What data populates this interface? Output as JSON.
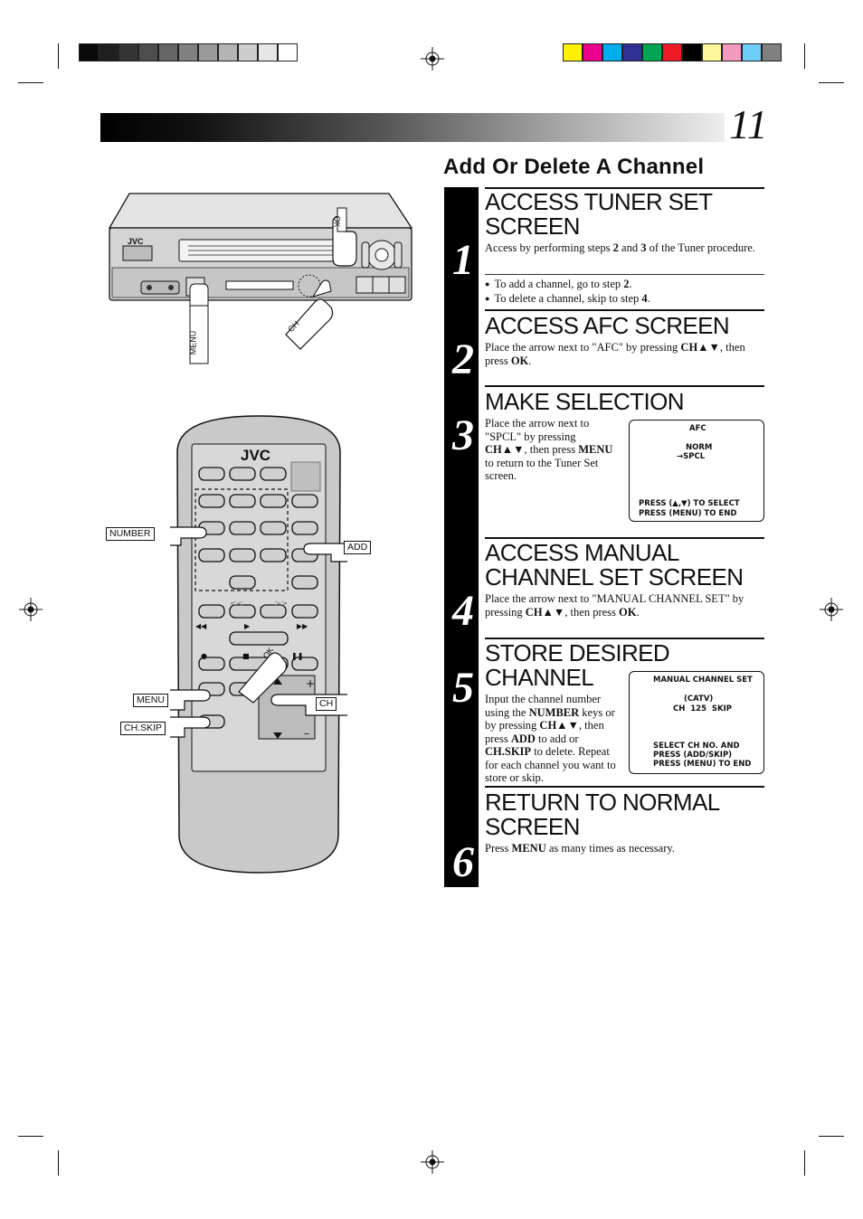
{
  "page_number": "11",
  "section_title": "Add Or Delete A Channel",
  "color_bars": {
    "gray": [
      "#0a0a0a",
      "#1f1f1f",
      "#353535",
      "#4d4d4d",
      "#666666",
      "#808080",
      "#9a9a9a",
      "#b4b4b4",
      "#cdcdcd",
      "#e6e6e6",
      "#ffffff"
    ],
    "color": [
      "#fff200",
      "#ec008c",
      "#00aeef",
      "#2e3192",
      "#00a651",
      "#ed1c24",
      "#000000",
      "#fff799",
      "#f49ac1",
      "#6dcff6",
      "#808080"
    ]
  },
  "steps": [
    {
      "num": "1",
      "title": "ACCESS TUNER SET SCREEN",
      "text_a": "Access by performing steps ",
      "bold_a": "2",
      "text_b": " and ",
      "bold_b": "3",
      "text_c": " of the Tuner procedure.",
      "bullet1_text": "To add a channel, go to step ",
      "bullet1_bold": "2",
      "bullet1_end": ".",
      "bullet2_text": "To delete a channel, skip to step ",
      "bullet2_bold": "4",
      "bullet2_end": "."
    },
    {
      "num": "2",
      "title": "ACCESS AFC SCREEN",
      "text_a": "Place the arrow next to \"AFC\" by pressing ",
      "bold_a": "CH▲▼",
      "text_b": ", then press ",
      "bold_b": "OK",
      "text_c": "."
    },
    {
      "num": "3",
      "title": "MAKE SELECTION",
      "text_a": "Place the arrow next to \"SPCL\" by pressing ",
      "bold_a": "CH▲▼",
      "text_b": ", then press ",
      "bold_b": "MENU",
      "text_c": " to return to the Tuner Set screen."
    },
    {
      "num": "4",
      "title": "ACCESS MANUAL CHANNEL SET SCREEN",
      "text_a": "Place the arrow next to \"MANUAL CHANNEL SET\" by pressing ",
      "bold_a": "CH▲▼",
      "text_b": ", then press ",
      "bold_b": "OK",
      "text_c": "."
    },
    {
      "num": "5",
      "title": "STORE DESIRED CHANNEL",
      "text_a": "Input the channel number using the ",
      "bold_a": "NUMBER",
      "text_b": " keys or by pressing ",
      "bold_b": "CH▲▼",
      "text_c": ", then press ",
      "bold_c": "ADD",
      "text_d": " to add or ",
      "bold_d": "CH.SKIP",
      "text_e": " to delete. Repeat for each channel you want to store or skip."
    },
    {
      "num": "6",
      "title": "RETURN TO NORMAL SCREEN",
      "text_a": "Press ",
      "bold_a": "MENU",
      "text_b": " as many times as necessary."
    }
  ],
  "afc_screen": {
    "title": "AFC",
    "line1": "NORM",
    "line2": "→SPCL",
    "footer1": "PRESS (▲,▼) TO SELECT",
    "footer2": "PRESS (MENU) TO END"
  },
  "manual_screen": {
    "title": "MANUAL CHANNEL SET",
    "line1": "(CATV)",
    "line2": "CH  125  SKIP",
    "footer1": "SELECT CH NO. AND",
    "footer2": "PRESS (ADD/SKIP)",
    "footer3": "PRESS (MENU) TO END"
  },
  "vcr": {
    "brand": "JVC",
    "label_ok": "OK",
    "label_menu": "MENU",
    "label_ch": "CH"
  },
  "remote": {
    "brand": "JVC",
    "label_number": "NUMBER",
    "label_add": "ADD",
    "label_menu": "MENU",
    "label_chskip": "CH.SKIP",
    "label_ch": "CH",
    "label_ok": "OK"
  }
}
